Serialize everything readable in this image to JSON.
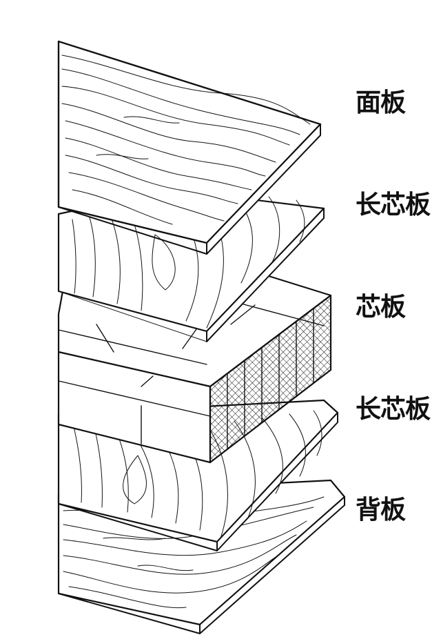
{
  "layers": [
    {
      "label": "面板"
    },
    {
      "label": "长芯板"
    },
    {
      "label": "芯板"
    },
    {
      "label": "长芯板"
    },
    {
      "label": "背板"
    }
  ],
  "colors": {
    "line": "#111111",
    "background": "#ffffff"
  }
}
